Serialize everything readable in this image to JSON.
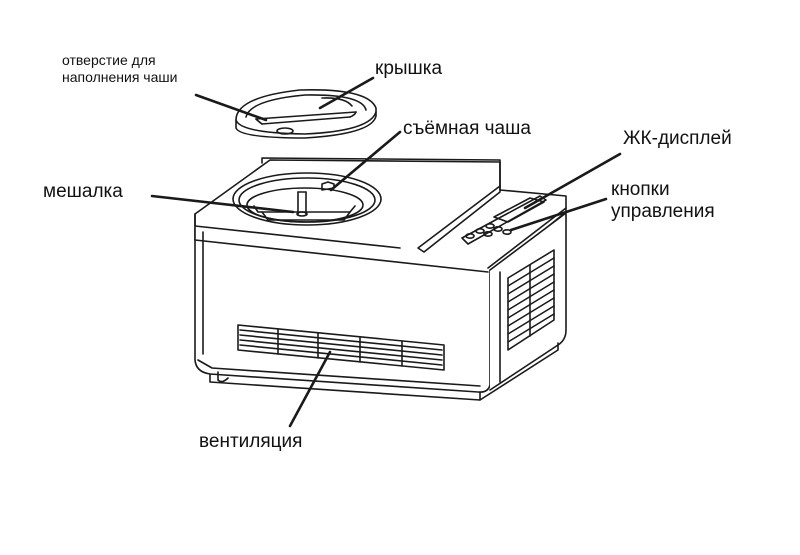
{
  "labels": {
    "fill_opening": "отверстие для наполнения чаши",
    "lid": "крышка",
    "removable_bowl": "съёмная чаша",
    "lcd_display": "ЖК-дисплей",
    "control_buttons_line1": "кнопки",
    "control_buttons_line2": "управления",
    "mixer": "мешалка",
    "ventilation": "вентиляция"
  },
  "colors": {
    "line": "#1a1a1a",
    "background": "#ffffff"
  }
}
